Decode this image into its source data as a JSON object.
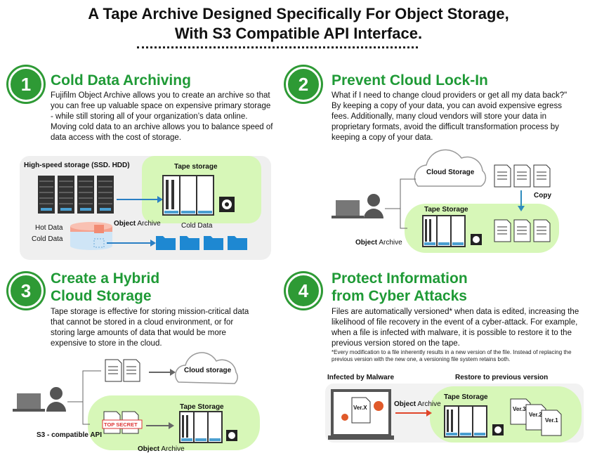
{
  "title": {
    "line1": "A Tape Archive Designed Specifically For Object Storage,",
    "line2": "With S3 Compatible API Interface."
  },
  "sections": [
    {
      "number": "1",
      "heading": "Cold Data Archiving",
      "body": "Fujifilm Object Archive allows you to create an archive so that you can free up valuable space on expensive primary storage - while still storing all of your organization’s data online. Moving cold data to an archive allows you to balance speed of data access with the cost of storage."
    },
    {
      "number": "2",
      "heading": "Prevent Cloud Lock-In",
      "body": "What if I need to change cloud providers or get all my data back?\" By keeping a copy of your data, you can avoid expensive egress fees. Additionally, many cloud vendors will store your data in proprietary formats, avoid the difficult transformation process by keeping a copy of your data."
    },
    {
      "number": "3",
      "heading_line1": "Create a Hybrid",
      "heading_line2": "Cloud Storage",
      "body": "Tape storage is effective for storing mission-critical data that cannot be stored in a cloud environment, or for storing large amounts of data that would be more expensive to store in the cloud."
    },
    {
      "number": "4",
      "heading_line1": "Protect Information",
      "heading_line2": "from Cyber Attacks",
      "body": "Files are automatically versioned* when data is edited, increasing the likelihood of file recovery in the event of a cyber-attack. For example, when a file is infected with malware, it is possible to restore it to the previous version stored on the tape.",
      "note": "*Every modification to a file inherently results in a new version of the file. Instead of replacing the previous version with the new one, a versioning file system retains both."
    }
  ],
  "diagram1": {
    "high_speed_label": "High-speed storage (SSD. HDD)",
    "tape_label": "Tape storage",
    "hot_data": "Hot Data",
    "cold_data_left": "Cold Data",
    "cold_data_right": "Cold Data",
    "oa_bold": "Object",
    "oa_rest": " Archive"
  },
  "diagram2": {
    "cloud_label": "Cloud Storage",
    "copy_label": "Copy",
    "tape_label": "Tape Storage",
    "oa_bold": "Object",
    "oa_rest": " Archive"
  },
  "diagram3": {
    "cloud_label": "Cloud storage",
    "tape_label": "Tape Storage",
    "top_secret": "TOP SECRET",
    "s3_label": "S3 - compatible API",
    "oa_bold": "Object",
    "oa_rest": " Archive"
  },
  "diagram4": {
    "infected_label": "Infected by Malware",
    "restore_label": "Restore to previous version",
    "tape_label": "Tape Storage",
    "verx": "Ver.X",
    "ver3": "Ver.3",
    "ver2": "Ver.2",
    "ver1": "Ver.1",
    "oa_bold": "Object",
    "oa_rest": " Archive"
  },
  "colors": {
    "green": "#1f9a36",
    "light_green": "#d7f7b8",
    "blue": "#2a7fc4",
    "red": "#e0452a"
  }
}
